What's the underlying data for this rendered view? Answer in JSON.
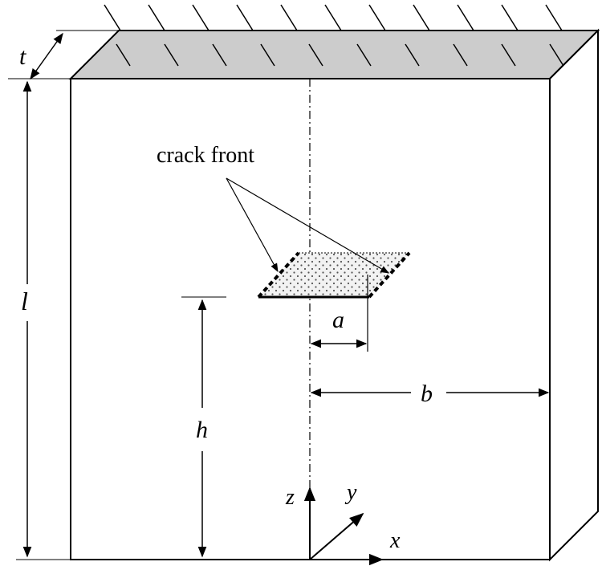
{
  "labels": {
    "crack_front": "crack front",
    "t": "t",
    "l": "l",
    "h": "h",
    "a": "a",
    "b": "b",
    "x": "x",
    "y": "y",
    "z": "z"
  },
  "colors": {
    "top_face": "#cccccc",
    "crack_fill": "#ececec",
    "crack_dots": "#555555",
    "lines": "#000000"
  }
}
